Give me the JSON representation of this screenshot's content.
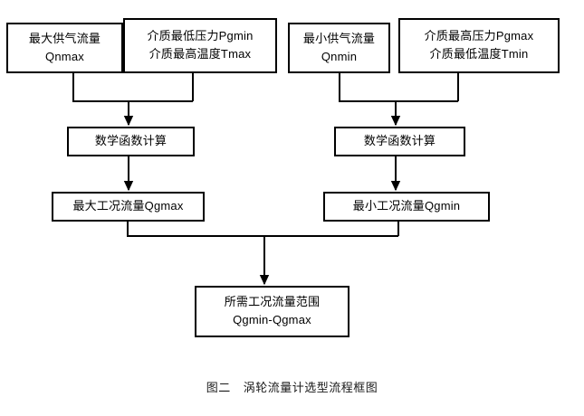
{
  "figure": {
    "caption_label": "图二",
    "caption_title": "涡轮流量计选型流程框图",
    "background_color": "#ffffff",
    "line_color": "#000000",
    "text_color": "#000000"
  },
  "nodes": {
    "qnmax": {
      "line1": "最大供气流量",
      "line2": "Qnmax"
    },
    "pgmin": {
      "line1": "介质最低压力Pgmin",
      "line2": "介质最高温度Tmax"
    },
    "qnmin": {
      "line1": "最小供气流量",
      "line2": "Qnmin"
    },
    "pgmax": {
      "line1": "介质最高压力Pgmax",
      "line2": "介质最低温度Tmin"
    },
    "calc_left": {
      "line1": "数学函数计算"
    },
    "calc_right": {
      "line1": "数学函数计算"
    },
    "qgmax": {
      "line1": "最大工况流量Qgmax"
    },
    "qgmin": {
      "line1": "最小工况流量Qgmin"
    },
    "range": {
      "line1": "所需工况流量范围",
      "line2": "Qgmin-Qgmax"
    }
  },
  "flow": {
    "edges": [
      {
        "from": "qnmax",
        "to": "calc-left",
        "style": "elbow-merge"
      },
      {
        "from": "pgmin",
        "to": "calc-left",
        "style": "elbow-merge"
      },
      {
        "from": "qnmin",
        "to": "calc-right",
        "style": "elbow-merge"
      },
      {
        "from": "pgmax",
        "to": "calc-right",
        "style": "elbow-merge"
      },
      {
        "from": "calc-left",
        "to": "qgmax",
        "style": "straight-arrow"
      },
      {
        "from": "calc-right",
        "to": "qgmin",
        "style": "straight-arrow"
      },
      {
        "from": "qgmax",
        "to": "range",
        "style": "elbow-merge"
      },
      {
        "from": "qgmin",
        "to": "range",
        "style": "elbow-merge"
      }
    ]
  }
}
